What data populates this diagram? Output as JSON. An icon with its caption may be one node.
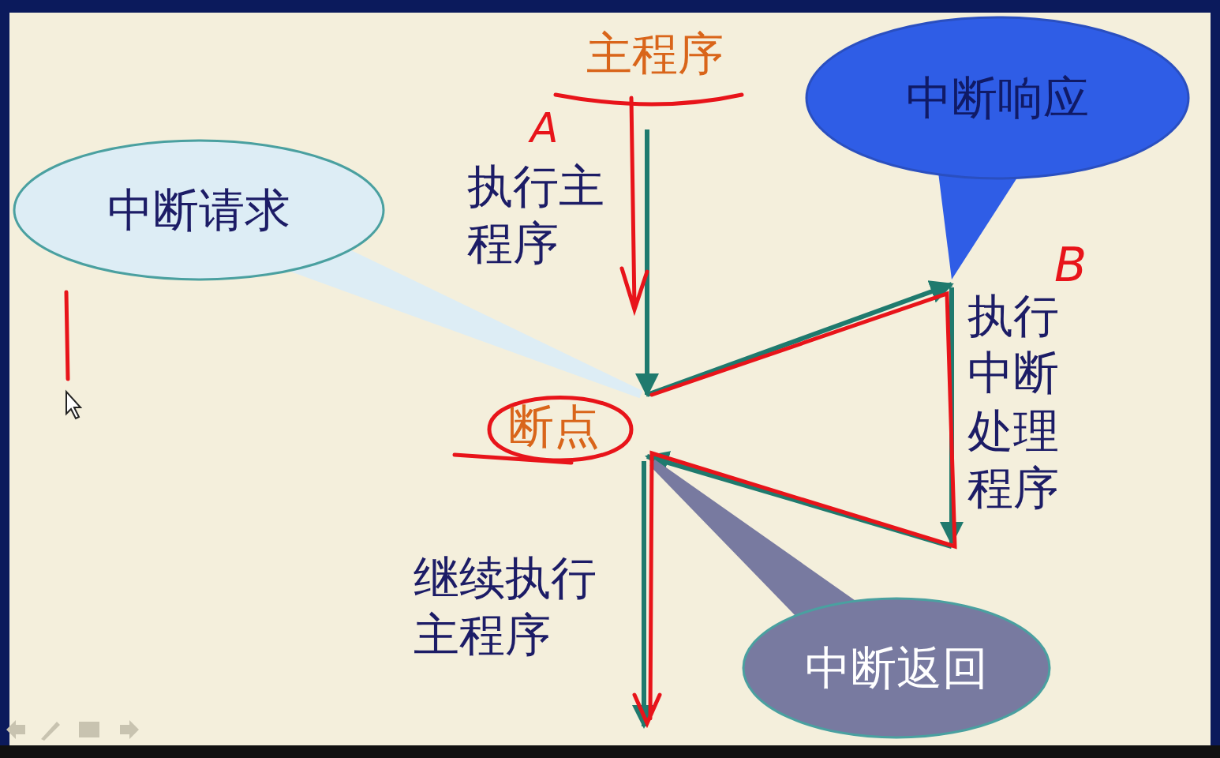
{
  "diagram": {
    "nodes": [
      {
        "text": [
          "主程序"
        ]
      },
      {
        "text": [
          "中断响应"
        ]
      },
      {
        "text": [
          "中断请求"
        ]
      },
      {
        "text": [
          "断点"
        ]
      },
      {
        "text": [
          "执行中断处理程序"
        ]
      },
      {
        "text": [
          "中断返回"
        ]
      }
    ],
    "edges": [
      {
        "from": 0,
        "to": 3,
        "arrow": "to"
      },
      {
        "from": 3,
        "to": 4,
        "arrow": "to"
      },
      {
        "from": 4,
        "to": 3,
        "arrow": "to"
      },
      {
        "from": 3,
        "to": null,
        "arrow": "to"
      },
      {
        "from": 2,
        "to": 3,
        "arrow": "none"
      },
      {
        "from": 1,
        "to": 4,
        "arrow": "to"
      },
      {
        "from": 5,
        "to": 3,
        "arrow": "none"
      }
    ],
    "labels": [
      "执行主程序",
      "A",
      "B",
      "继续执行主程序"
    ]
  }
}
